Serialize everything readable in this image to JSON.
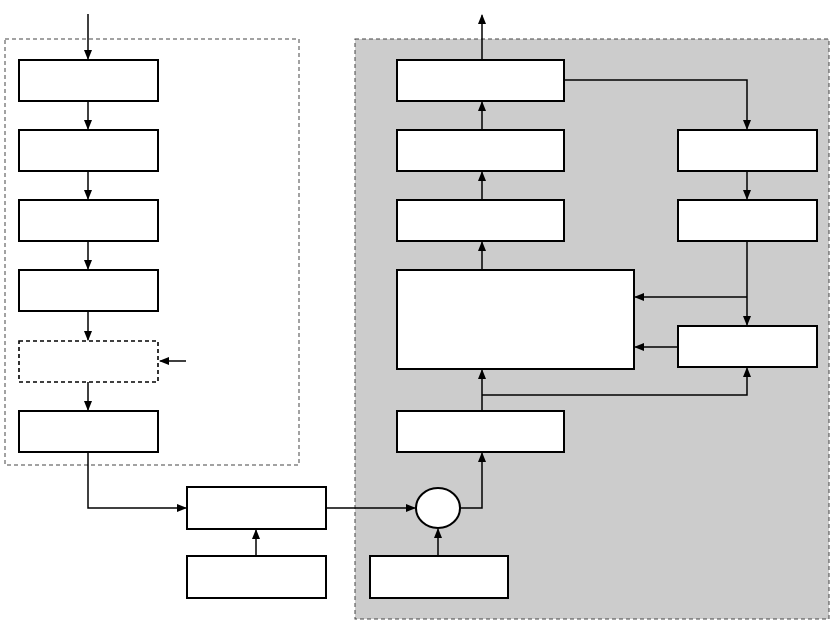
{
  "diagram": {
    "left_group": {
      "fill": "#ffffff",
      "border": "dashed",
      "blocks": [
        {
          "label": ""
        },
        {
          "label": ""
        },
        {
          "label": ""
        },
        {
          "label": ""
        },
        {
          "label": "",
          "style": "dashed"
        },
        {
          "label": ""
        }
      ]
    },
    "right_group": {
      "fill": "#cccccc",
      "border": "dashed",
      "blocks": [
        {
          "label": ""
        },
        {
          "label": ""
        },
        {
          "label": ""
        },
        {
          "label": ""
        },
        {
          "label": ""
        },
        {
          "label": ""
        },
        {
          "label": ""
        },
        {
          "label": ""
        }
      ]
    },
    "middle_blocks": [
      {
        "label": ""
      },
      {
        "label": ""
      },
      {
        "label": ""
      }
    ],
    "junction": {
      "shape": "circle",
      "label": ""
    },
    "colors": {
      "line": "#000000",
      "box_fill": "#ffffff",
      "shaded_region": "#cccccc"
    }
  }
}
